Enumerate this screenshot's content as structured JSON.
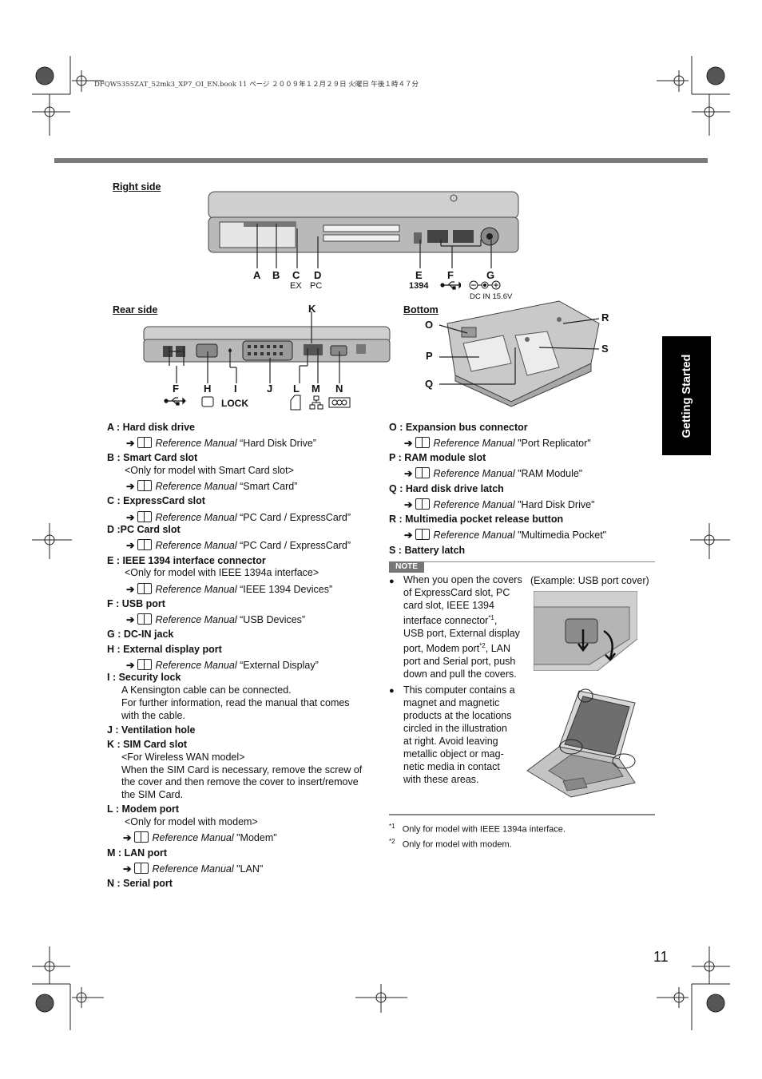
{
  "header": {
    "file_line": "DFQW5355ZAT_52mk3_XP7_OI_EN.book  11 ページ  ２００９年１２月２９日  火曜日  午後１時４７分"
  },
  "side_tab": {
    "label": "Getting Started"
  },
  "right_side": {
    "title": "Right side",
    "letters": [
      "A",
      "B",
      "C",
      "D",
      "E",
      "F",
      "G"
    ],
    "c_sub": "EX",
    "d_sub": "PC",
    "e_sub": "1394",
    "dc_label": "DC IN 15.6V"
  },
  "rear_side": {
    "title": "Rear side",
    "k_label": "K",
    "letters": [
      "F",
      "H",
      "I",
      "J",
      "L",
      "M",
      "N"
    ],
    "lock_label": "LOCK"
  },
  "bottom": {
    "title": "Bottom",
    "letters": [
      "O",
      "P",
      "Q",
      "R",
      "S"
    ]
  },
  "entries_left": [
    {
      "head": "A :  Hard disk drive",
      "ref": "“Hard Disk Drive”"
    },
    {
      "head": "B :  Smart Card slot",
      "text": [
        "<Only for model with Smart Card slot>"
      ],
      "ref": "“Smart Card”"
    },
    {
      "head": "C :  ExpressCard slot",
      "ref": "“PC Card / ExpressCard”"
    },
    {
      "head": "D :PC Card slot",
      "ref": "“PC Card / ExpressCard”"
    },
    {
      "head": "E :  IEEE 1394 interface connector",
      "text": [
        "<Only for model with IEEE 1394a interface>"
      ],
      "ref": "“IEEE 1394 Devices”"
    },
    {
      "head": "F :  USB port",
      "ref": "“USB Devices”"
    },
    {
      "head": "G :  DC-IN jack"
    },
    {
      "head": "H :  External display port",
      "ref": "“External Display”"
    },
    {
      "head": "I :  Security lock",
      "text": [
        "A Kensington cable can be connected.",
        "For further information, read the manual that comes",
        "with the cable."
      ]
    },
    {
      "head": "J :  Ventilation hole"
    },
    {
      "head": "K :  SIM Card slot",
      "text": [
        "<For Wireless WAN model>",
        "When the SIM Card is necessary, remove the screw of",
        "the cover and then remove the cover to insert/remove",
        "the SIM Card."
      ]
    },
    {
      "head": "L :  Modem port",
      "text": [
        "<Only for model with modem>"
      ],
      "ref": "\"Modem\""
    },
    {
      "head": "M : LAN port",
      "ref": "\"LAN\""
    },
    {
      "head": "N :  Serial port"
    }
  ],
  "entries_right": [
    {
      "head": "O : Expansion bus connector",
      "ref": "\"Port Replicator\""
    },
    {
      "head": "P :  RAM module slot",
      "ref": "\"RAM Module\""
    },
    {
      "head": "Q : Hard disk drive latch",
      "ref": "\"Hard Disk Drive\""
    },
    {
      "head": "R :  Multimedia pocket release button",
      "ref": "\"Multimedia Pocket\""
    },
    {
      "head": "S :  Battery latch"
    }
  ],
  "ref_manual": "Reference Manual",
  "note": {
    "badge": "NOTE",
    "example_caption": "(Example: USB port cover)",
    "bullet1": [
      "When you open the covers",
      "of ExpressCard slot, PC",
      "card slot, IEEE 1394",
      "interface connector",
      "USB port, External display",
      "port, Modem port",
      ", LAN",
      "port and Serial port, push",
      "down and pull the covers."
    ],
    "sup1": "*1",
    "sup2": "*2",
    "bullet2": [
      "This computer contains a",
      "magnet and magnetic",
      "products at the locations",
      "circled in the illustration",
      "at right. Avoid leaving",
      "metallic object or mag-",
      "netic media in contact",
      "with these areas."
    ]
  },
  "footnotes": [
    {
      "mark": "*1",
      "text": "Only for model with IEEE 1394a interface."
    },
    {
      "mark": "*2",
      "text": "Only for model with modem."
    }
  ],
  "page_number": "11"
}
